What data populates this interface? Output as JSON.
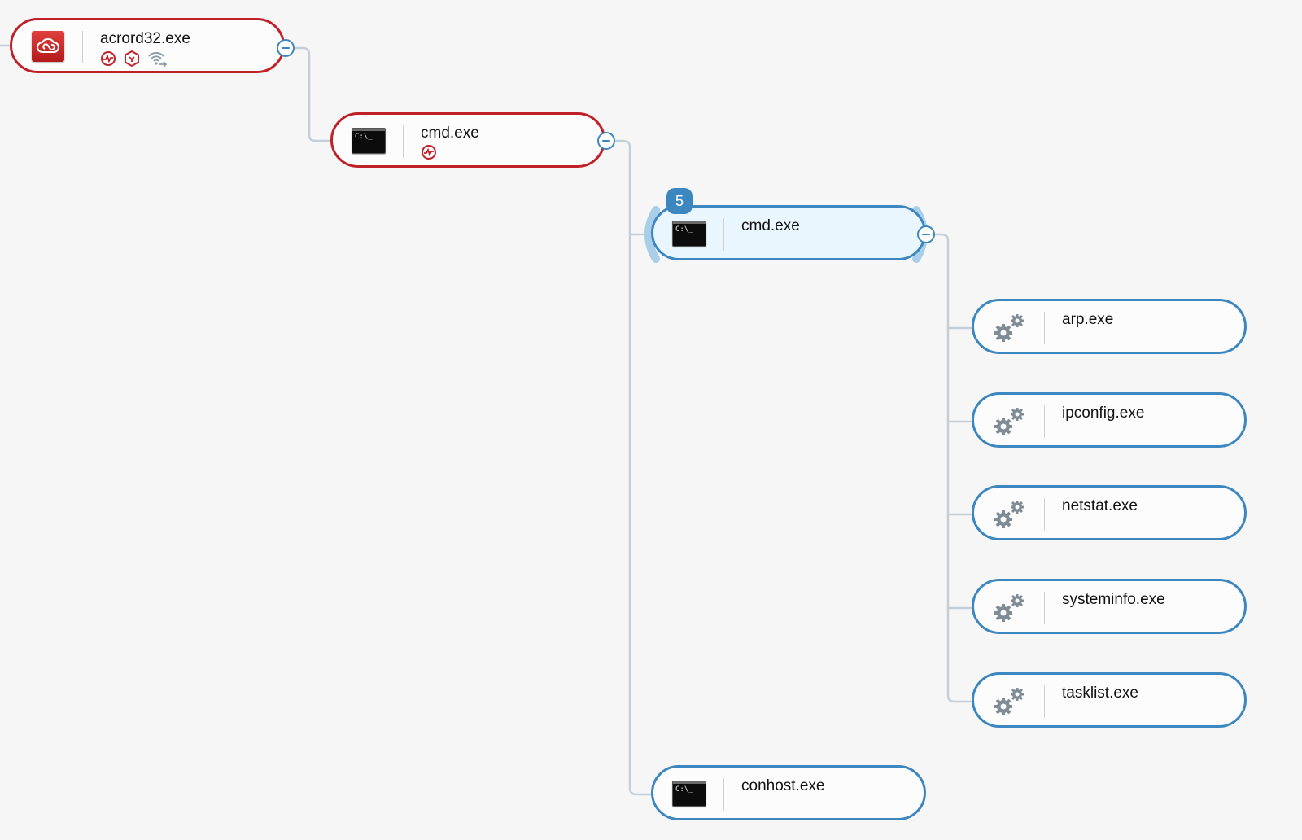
{
  "colors": {
    "threat": "#c02128",
    "normal": "#3d87c0",
    "selected_fill": "#e9f6fd",
    "connector": "#c3cfd8",
    "background": "#f6f6f6"
  },
  "nodes": {
    "acrord32": {
      "name": "acrord32.exe",
      "icon": "adobe-creative-cloud-icon",
      "indicators": [
        "behavior-icon",
        "hexagon-alert-icon",
        "network-icon"
      ]
    },
    "cmd_parent": {
      "name": "cmd.exe",
      "icon": "terminal-icon",
      "indicators": [
        "behavior-icon"
      ]
    },
    "cmd_selected": {
      "name": "cmd.exe",
      "icon": "terminal-icon",
      "child_count": "5"
    },
    "arp": {
      "name": "arp.exe",
      "icon": "gears-icon"
    },
    "ipconfig": {
      "name": "ipconfig.exe",
      "icon": "gears-icon"
    },
    "netstat": {
      "name": "netstat.exe",
      "icon": "gears-icon"
    },
    "systeminfo": {
      "name": "systeminfo.exe",
      "icon": "gears-icon"
    },
    "tasklist": {
      "name": "tasklist.exe",
      "icon": "gears-icon"
    },
    "conhost": {
      "name": "conhost.exe",
      "icon": "terminal-icon"
    }
  }
}
